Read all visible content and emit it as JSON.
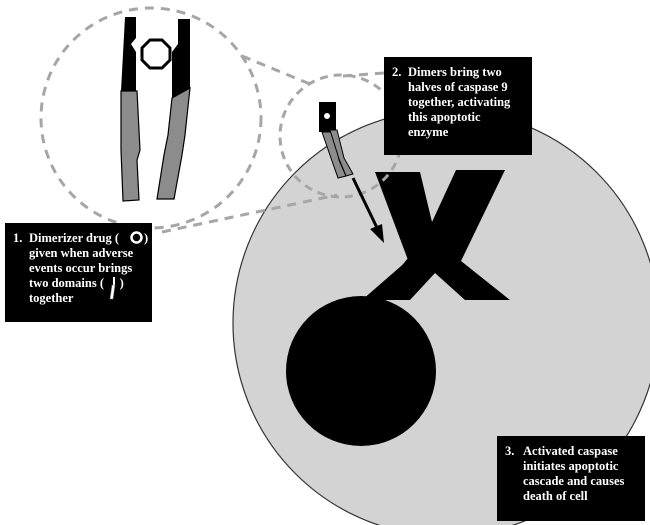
{
  "steps": [
    {
      "number": "1.",
      "lines": [
        "Dimerizer drug (",
        "given when adverse",
        "events occur brings",
        "two domains (     )",
        "together"
      ]
    },
    {
      "number": "2.",
      "lines": [
        "Dimers bring two",
        "halves of caspase 9",
        "together, activating",
        "this apoptotic",
        "enzyme"
      ]
    },
    {
      "number": "3.",
      "lines": [
        "Activated caspase",
        "initiates apoptotic",
        "cascade and causes",
        "death of cell"
      ]
    }
  ],
  "icons": [
    "dimerizer-drug-icon",
    "domain-pair-icon",
    "arrow-icon",
    "cell-icon",
    "x-chromosome-icon",
    "nucleus-icon",
    "zoom-circle-icon"
  ],
  "colors": {
    "cell_fill": "#d3d3d3",
    "box_fill": "#000000",
    "domain_gray": "#8c8c8c",
    "dash_gray": "#a6a6a6"
  }
}
